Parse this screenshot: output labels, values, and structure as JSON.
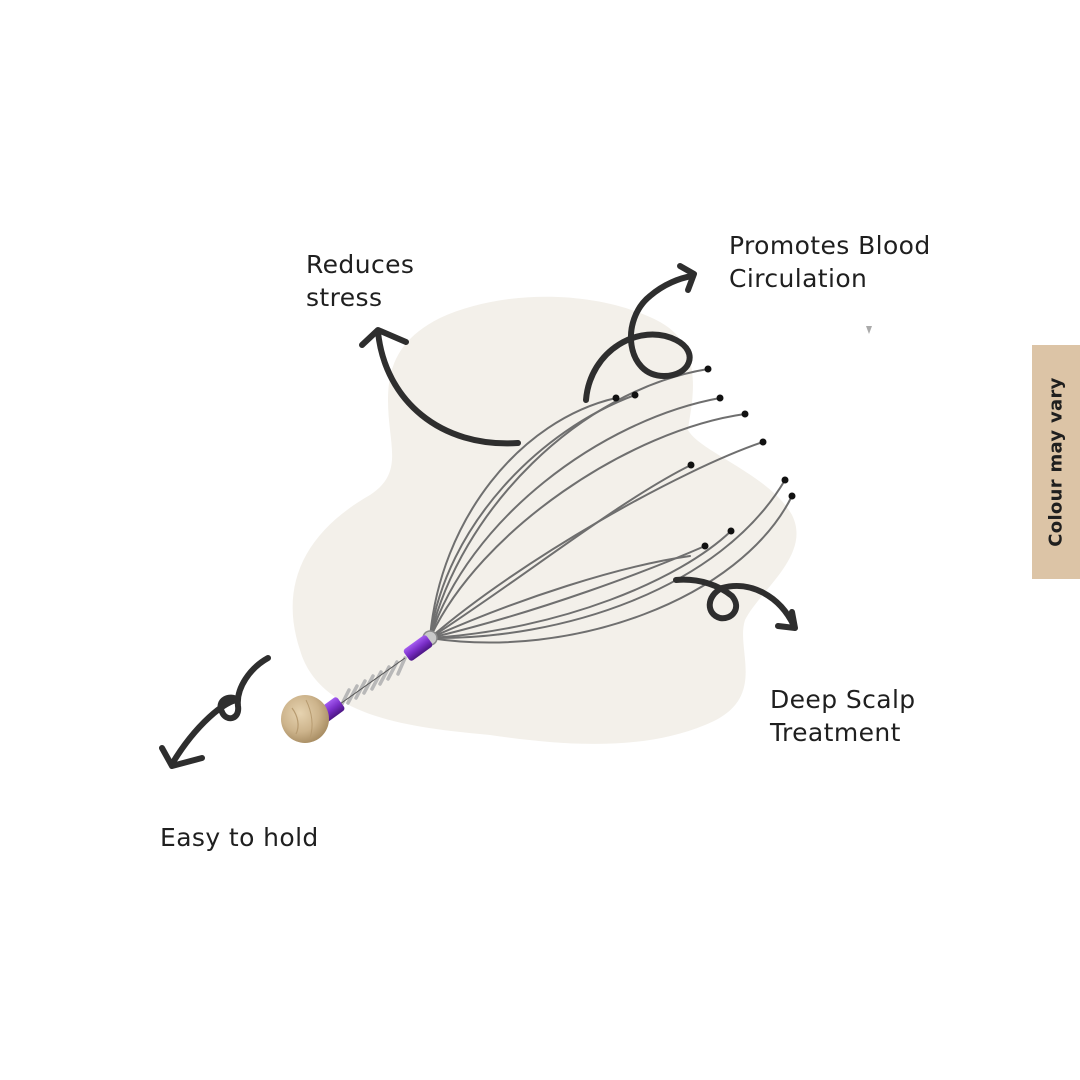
{
  "features": {
    "stress": [
      "Reduces",
      "stress"
    ],
    "circulation": [
      "Promotes Blood",
      "Circulation"
    ],
    "scalp": [
      "Deep Scalp",
      "Treatment"
    ],
    "hold": [
      "Easy to hold"
    ]
  },
  "side_tab": {
    "label": "Colour may vary"
  },
  "colors": {
    "background": "#ffffff",
    "blob": "#f3f0ea",
    "arrow": "#2e2e2e",
    "wire": "#6f6f6f",
    "wire_tip": "#111111",
    "handle_purple": "#7a2ec8",
    "spring": "#b8b8b8",
    "wood_ball": "#cdb48c",
    "side_tab": "#dcc4a6",
    "text": "#1f1f1f"
  }
}
